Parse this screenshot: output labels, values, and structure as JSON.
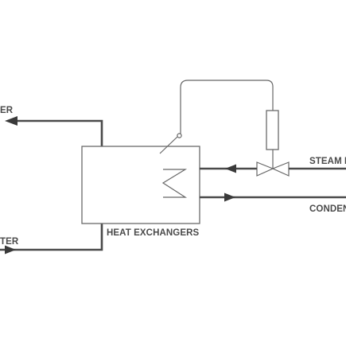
{
  "diagram": {
    "labels": {
      "top_left": "ER",
      "bottom_left": "TER",
      "heat_exchanger": "HEAT EXCHANGERS",
      "steam_in": "STEAM I",
      "condensate": "CONDEN"
    },
    "colors": {
      "line": "#4a4a4a",
      "text": "#4a4a4a",
      "background": "#ffffff"
    }
  }
}
